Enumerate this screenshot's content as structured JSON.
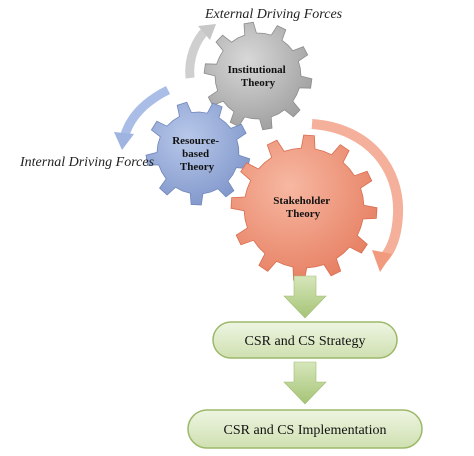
{
  "labels": {
    "external_forces": "External Driving Forces",
    "internal_forces": "Internal Driving Forces"
  },
  "gears": {
    "institutional": {
      "line1": "Institutional",
      "line2": "Theory",
      "color": "#b3b3b3"
    },
    "resource": {
      "line1": "Resource-",
      "line2": "based",
      "line3": "Theory",
      "color": "#95a9d6"
    },
    "stakeholder": {
      "line1": "Stakeholder",
      "line2": "Theory",
      "color": "#f0967a"
    }
  },
  "boxes": {
    "strategy": "CSR and CS Strategy",
    "implementation": "CSR and CS Implementation"
  },
  "colors": {
    "gray_arrow": "#c9c9c9",
    "blue_arrow": "#9fb4e0",
    "orange_arrow": "#f3a88f",
    "green_arrow": "#b4cf87",
    "box_fill": "#dce9c4",
    "box_stroke": "#9cb86a"
  }
}
